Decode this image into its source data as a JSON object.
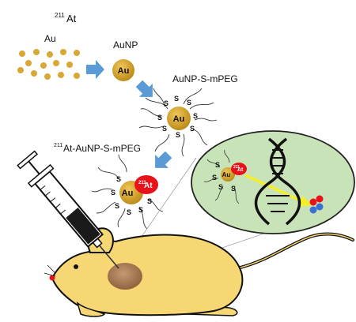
{
  "labels": {
    "at211_top_mass": "211",
    "at211_top_sym": "At",
    "au_label": "Au",
    "aunp_label": "AuNP",
    "aunp_peg_label": "AuNP-S-mPEG",
    "at_aunp_peg_mass": "211",
    "at_aunp_peg_rest": "At-AuNP-S-mPEG"
  },
  "particle": {
    "core_symbol": "Au",
    "sulfur_symbol": "S",
    "at_mass": "211",
    "at_symbol": "At"
  },
  "colors": {
    "gold_core": "#d8a52a",
    "gold_dots": "#d9a733",
    "arrow_blue": "#5b9bd5",
    "astatine_red": "#e8121b",
    "cell_green": "#c9e3b8",
    "mouse_yellow": "#f6d774",
    "tumor_brown": "#a57a52",
    "beam_yellow": "#f5ee2a",
    "syringe_fill": "#1a1a1a"
  }
}
